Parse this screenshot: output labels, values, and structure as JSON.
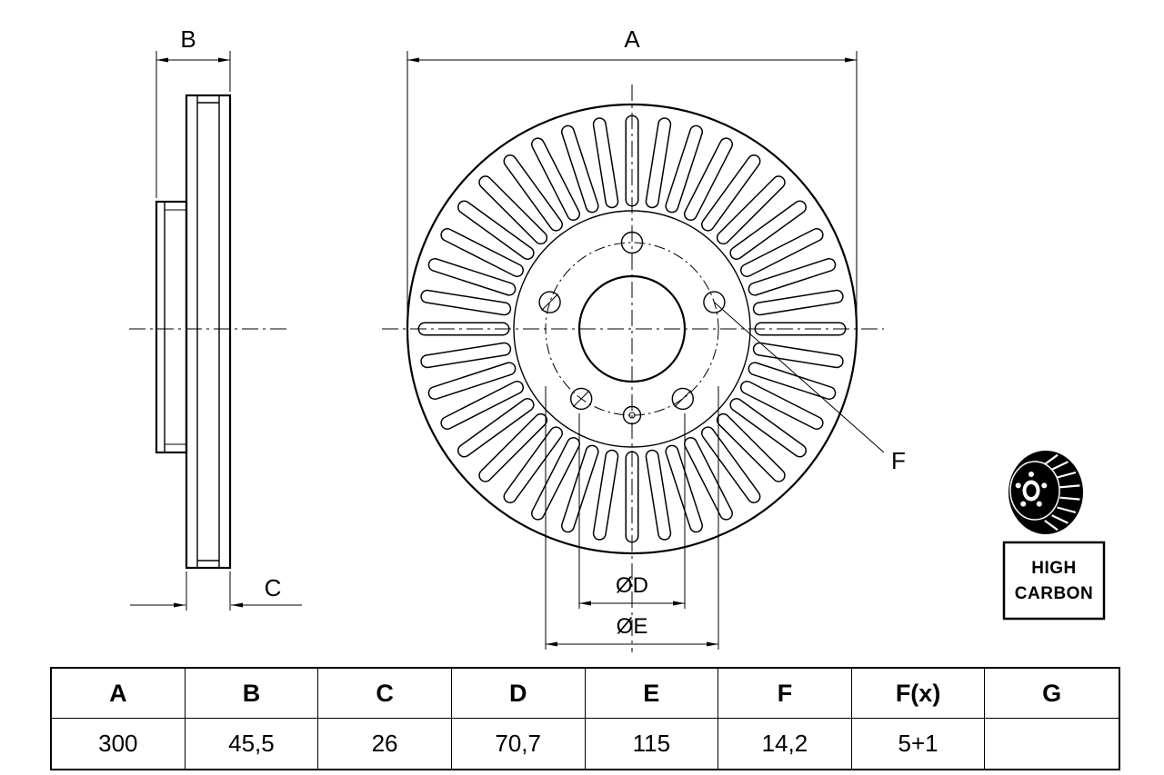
{
  "drawing": {
    "labels": {
      "dim_a": "A",
      "dim_b": "B",
      "dim_c": "C",
      "dim_d": "ØD",
      "dim_e": "ØE",
      "dim_f": "F"
    },
    "badge": {
      "line1": "HIGH",
      "line2": "CARBON"
    }
  },
  "table": {
    "headers": [
      "A",
      "B",
      "C",
      "D",
      "E",
      "F",
      "F(x)",
      "G"
    ],
    "values": [
      "300",
      "45,5",
      "26",
      "70,7",
      "115",
      "14,2",
      "5+1",
      ""
    ]
  }
}
